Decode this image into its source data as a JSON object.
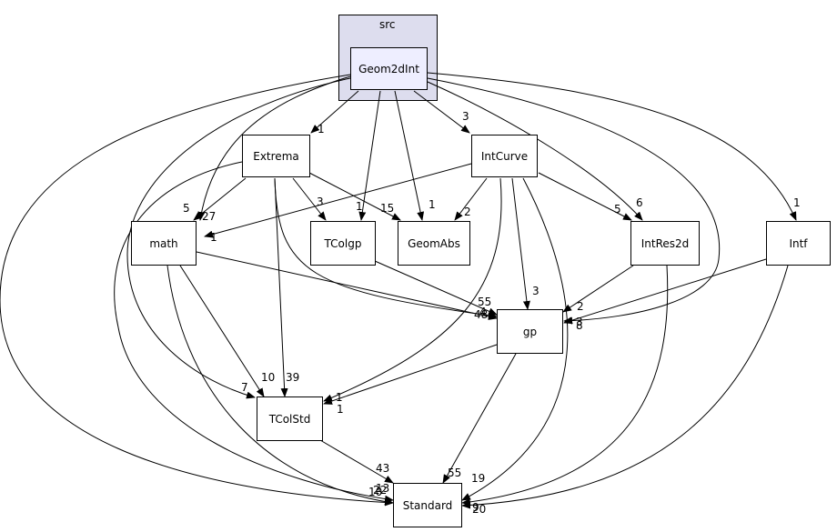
{
  "cluster": {
    "label": "src",
    "fill": "#ddddee"
  },
  "nodes": {
    "geom2dint": "Geom2dInt",
    "extrema": "Extrema",
    "intcurve": "IntCurve",
    "math": "math",
    "tcolgp": "TColgp",
    "geomabs": "GeomAbs",
    "intres2d": "IntRes2d",
    "intf": "Intf",
    "gp": "gp",
    "tcolstd": "TColStd",
    "standard": "Standard"
  },
  "edge_labels": {
    "g_extrema": "1",
    "g_intcurve": "3",
    "g_math": "5",
    "g_tcolgp": "1",
    "g_geomabs": "1",
    "g_intres2d": "6",
    "g_intf": "1",
    "g_gp": "8",
    "g_standard": "10",
    "ex_math": "27",
    "ex_tcolgp": "3",
    "ex_geomabs": "15",
    "ex_gp": "48",
    "ex_tcolstd": "39",
    "ex_standard": "22",
    "ic_math": "1",
    "ic_geomabs": "2",
    "ic_intres2d": "5",
    "ic_gp": "3",
    "ic_tcolstd": "1",
    "ic_standard": "19",
    "math_gp": "4",
    "math_tcolstd": "10",
    "math_standard": "13",
    "tcolgp_gp": "55",
    "intres2d_gp": "2",
    "intres2d_standard": "9",
    "intf_gp": "3",
    "intf_standard": "20",
    "gp_tcolstd": "1",
    "gp_standard": "55",
    "tcolstd_standard": "43",
    "g_tcolstd": "7"
  }
}
